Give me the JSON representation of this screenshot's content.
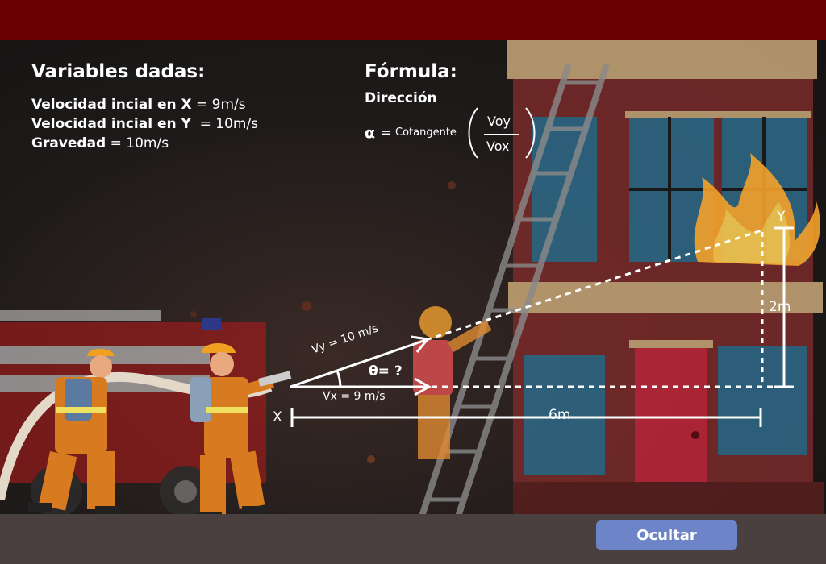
{
  "given": {
    "heading": "Variables dadas:",
    "vx_label": "Velocidad incial en X",
    "vx_value": " = 9m/s",
    "vy_label": "Velocidad incial en Y",
    "vy_value": "  = 10m/s",
    "g_label": "Gravedad",
    "g_value": " = 10m/s"
  },
  "formula": {
    "heading": "Fórmula:",
    "subheading": "Dirección",
    "alpha": "α",
    "equals": "=",
    "function_name": "Cotangente",
    "numerator": "Voy",
    "denominator": "Vox"
  },
  "diagram": {
    "vy_vector": "Vy = 10 m/s",
    "vx_vector": "Vx = 9 m/s",
    "angle": "θ= ?",
    "origin": "X",
    "target": "Y",
    "horizontal_distance": "6m",
    "vertical_distance": "2m"
  },
  "button": {
    "hide_label": "Ocultar"
  },
  "colors": {
    "top_bar": "#6b0000",
    "button": "#6e84c8",
    "fire": "#f3a12a"
  }
}
